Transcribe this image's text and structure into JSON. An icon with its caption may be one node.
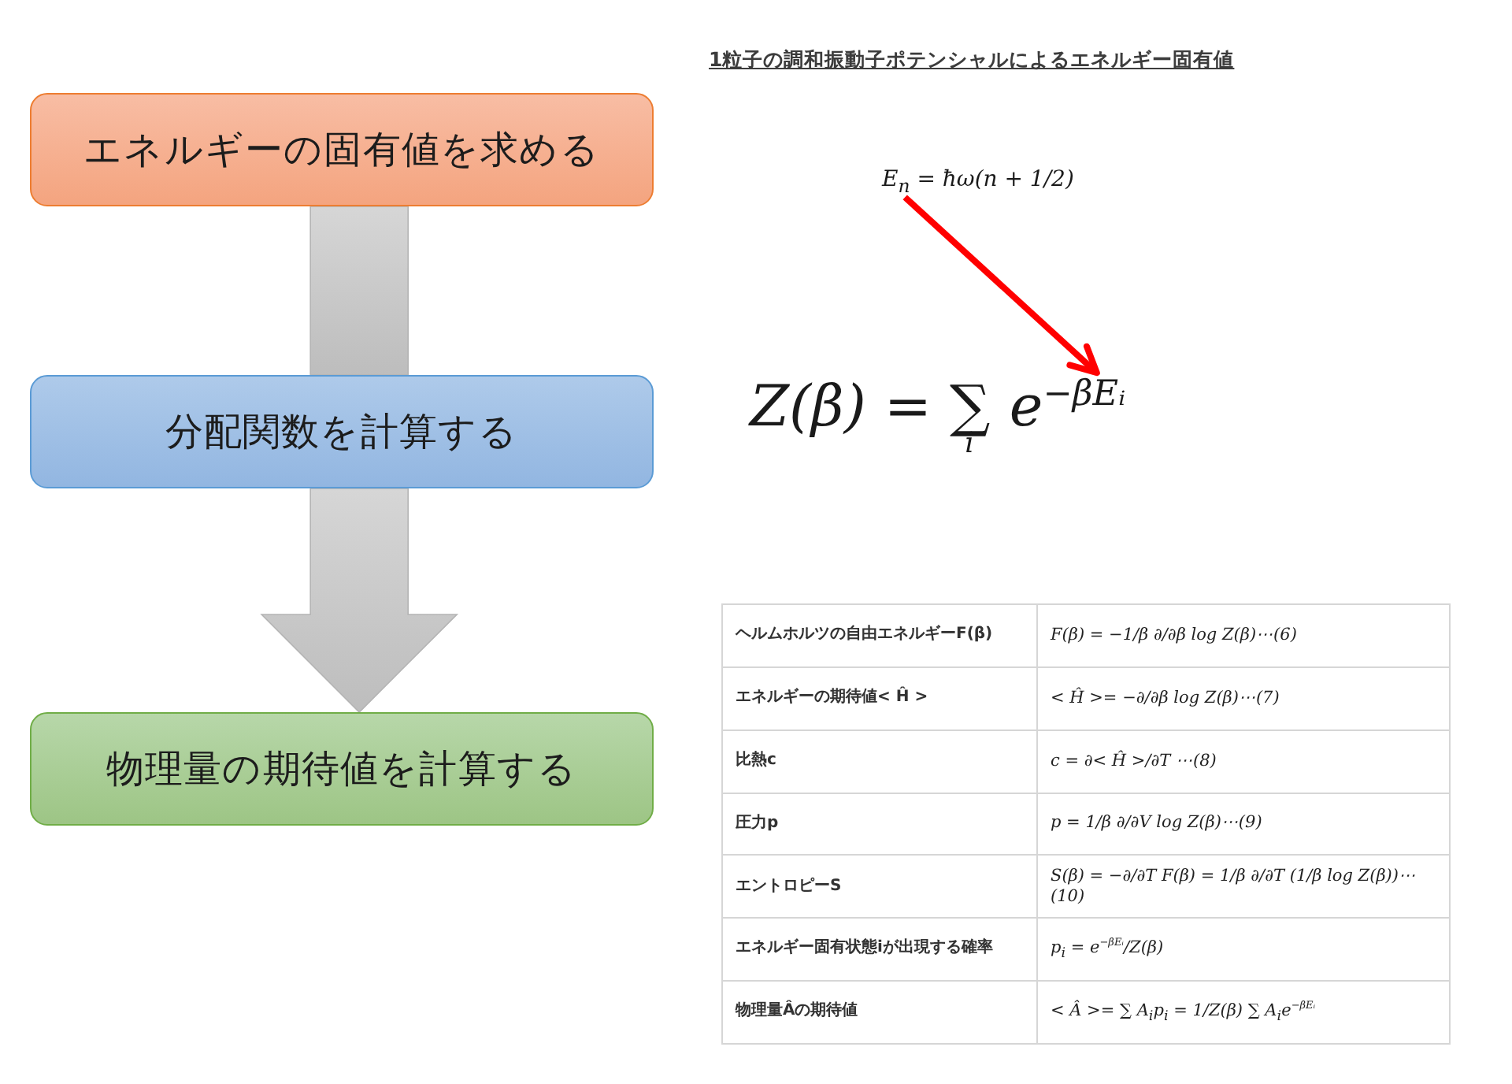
{
  "diagram": {
    "title": "1粒子の調和振動子ポテンシャルによるエネルギー固有値",
    "nodes": [
      {
        "text": [
          "エネルギーの固有値を求める"
        ]
      },
      {
        "text": [
          "分配関数を計算する"
        ]
      },
      {
        "text": [
          "物理量の期待値を計算する"
        ]
      },
      {
        "text": [
          "E$_{n}$ = ħω(n + 1/2)"
        ]
      },
      {
        "text": [
          "Z(β) = ∑$_{i}$ e$^{−βEᵢ}$"
        ]
      }
    ],
    "edges": [
      {
        "from": 0,
        "to": 1,
        "arrow": "none"
      },
      {
        "from": 1,
        "to": 2,
        "arrow": "to"
      },
      {
        "from": 3,
        "to": 4,
        "arrow": "to",
        "color": "#ff0000"
      }
    ],
    "labels": [
      "ヘルムホルツの自由エネルギーF(β)",
      "F(β) = −1/β ∂/∂β log Z(β)⋯(6)",
      "エネルギーの期待値< Ĥ >",
      "< Ĥ >= −∂/∂β log Z(β)⋯(7)",
      "比熱c",
      "c = ∂< Ĥ >/∂T ⋯(8)",
      "圧力p",
      "p = 1/β ∂/∂V log Z(β)⋯(9)",
      "エントロピーS",
      "S(β) = −∂/∂T F(β) = 1/β ∂/∂T (1/β log Z(β))⋯(10)",
      "エネルギー固有状態iが出現する確率",
      "p$_{i}$ = e$^{−βEᵢ}$/Z(β)",
      "物理量Âの期待値",
      "< Â >= ∑ A$_{i}$p$_{i}$ = 1/Z(β) ∑ A$_{i}$e$^{−βEᵢ}$"
    ]
  }
}
